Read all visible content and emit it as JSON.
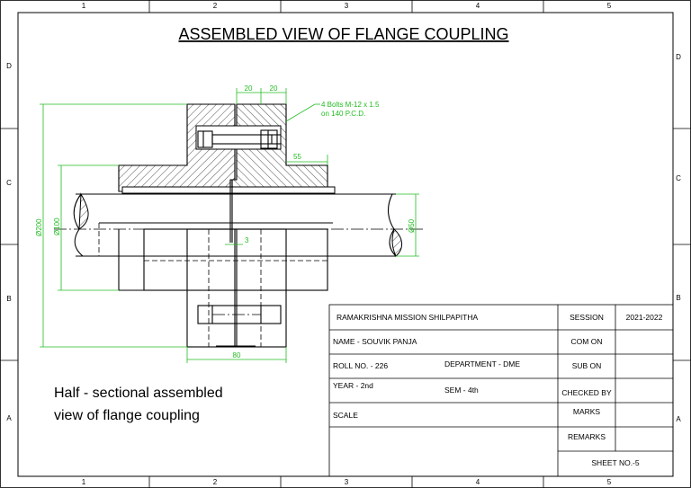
{
  "title": "ASSEMBLED VIEW OF FLANGE COUPLING",
  "caption": {
    "line1": "Half - sectional assembled",
    "line2": "view of flange coupling"
  },
  "zones": {
    "columns": [
      "1",
      "2",
      "3",
      "4",
      "5"
    ],
    "rows": [
      "D",
      "C",
      "B",
      "A"
    ]
  },
  "dimensions": {
    "width_a": "20",
    "width_b": "20",
    "bolts_note_1": "4 Bolts M-12 x 1.5",
    "bolts_note_2": "on 140 P.C.D.",
    "hub_length": "55",
    "outer_dia": "Ø200",
    "hub_dia": "Ø100",
    "shaft_dia": "Ø50",
    "spigot": "3",
    "overall_width": "80"
  },
  "title_block": {
    "institution": "RAMAKRISHNA MISSION SHILPAPITHA",
    "name": "NAME -  SOUVIK PANJA",
    "roll": "ROLL NO. - 226",
    "department": "DEPARTMENT - DME",
    "year": "YEAR - 2nd",
    "semester": "SEM - 4th",
    "scale": "SCALE",
    "session_label": "SESSION",
    "session_value": "2021-2022",
    "com_on": "COM ON",
    "sub_on": "SUB ON",
    "checked_by": "CHECKED BY",
    "marks": "MARKS",
    "remarks": "REMARKS",
    "sheet_no": "SHEET NO.-5"
  },
  "colors": {
    "dimension": "#22bb22",
    "line": "#000000"
  }
}
